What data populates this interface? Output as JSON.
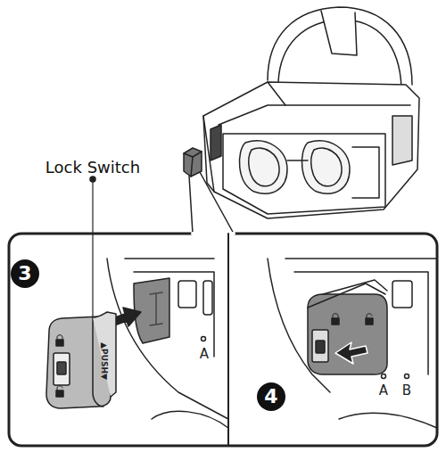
{
  "diagram": {
    "labels": [
      "Lock Switch",
      "3",
      "▲PUSH▼",
      "A",
      "4",
      "A",
      "B"
    ]
  }
}
